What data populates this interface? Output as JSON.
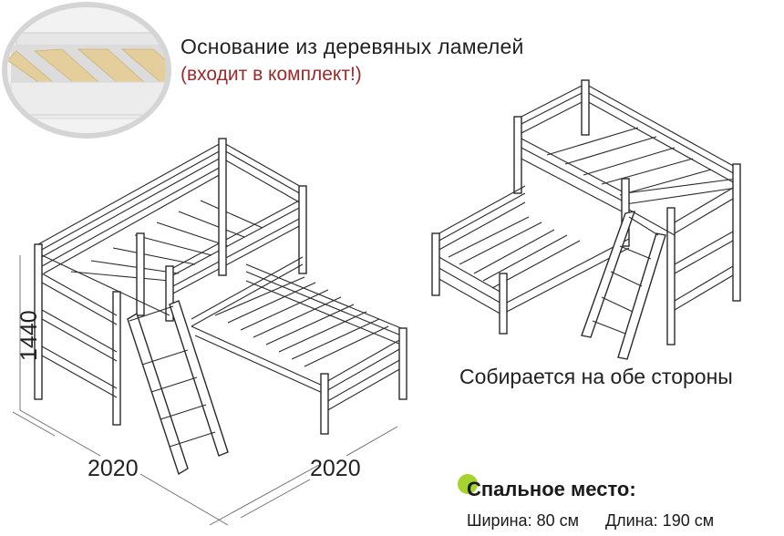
{
  "inset": {
    "description": "Close-up photo of wooden slatted bed base",
    "frame_color": "#d5d5d5",
    "slat_color": "#e4cf9c"
  },
  "header": {
    "title": "Основание из деревяных ламелей",
    "subtitle": "(входит в комплект!)",
    "subtitle_color": "#9b2a2a"
  },
  "drawings": {
    "left": {
      "label": "L-shaped bunk bed, left assembly"
    },
    "right": {
      "label": "L-shaped bunk bed, mirrored assembly"
    }
  },
  "dimensions": {
    "height": "1440",
    "length_left": "2020",
    "length_right": "2020"
  },
  "caption": {
    "both_sides": "Собирается на обе стороны"
  },
  "sleeping_place": {
    "title": "Спальное место:",
    "accent_color": "#a6d32e",
    "width": "Ширина: 80 см",
    "length": "Длина: 190 см"
  }
}
